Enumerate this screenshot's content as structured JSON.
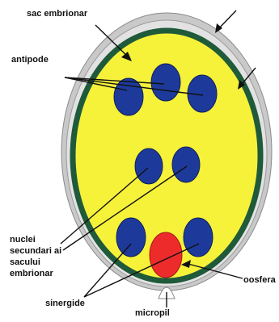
{
  "labels": {
    "sac_embrionar": "sac embrionar",
    "antipode": "antipode",
    "nuclei_line1": "nuclei",
    "nuclei_line2": "secundari ai",
    "nuclei_line3": "sacului",
    "nuclei_line4": "embrionar",
    "oosfera": "oosfera",
    "sinergide": "sinergide",
    "micropil": "micropil"
  },
  "colors": {
    "outer_integument": "#c8c8c8",
    "inner_integument": "#e0e0e0",
    "sac_wall": "#1f5a3a",
    "sac_fill": "#f7f23a",
    "nucleus_blue": "#1d3a9b",
    "oosfera_red": "#ee2b2b",
    "lines": "#111111"
  }
}
